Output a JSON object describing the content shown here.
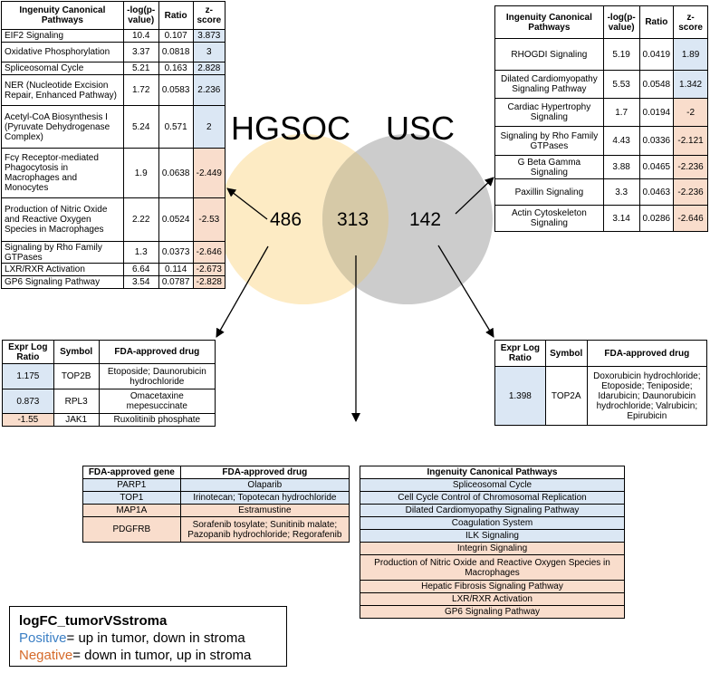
{
  "venn": {
    "left_label": "HGSOC",
    "right_label": "USC",
    "left_count": "486",
    "overlap_count": "313",
    "right_count": "142",
    "left_color": "#fdebc4",
    "right_color": "#cccccc",
    "overlap_color": "#d6c9a7"
  },
  "hgsoc_pathways": {
    "headers": [
      "Ingenuity Canonical Pathways",
      "-log(p-value)",
      "Ratio",
      "z-score"
    ],
    "rows": [
      {
        "pathway": "EIF2 Signaling",
        "logp": "10.4",
        "ratio": "0.107",
        "z": "3.873",
        "sign": "pos"
      },
      {
        "pathway": "Oxidative Phosphorylation",
        "logp": "3.37",
        "ratio": "0.0818",
        "z": "3",
        "sign": "pos"
      },
      {
        "pathway": "Spliceosomal Cycle",
        "logp": "5.21",
        "ratio": "0.163",
        "z": "2.828",
        "sign": "pos"
      },
      {
        "pathway": "NER (Nucleotide Excision Repair, Enhanced Pathway)",
        "logp": "1.72",
        "ratio": "0.0583",
        "z": "2.236",
        "sign": "pos"
      },
      {
        "pathway": "Acetyl-CoA Biosynthesis I (Pyruvate Dehydrogenase Complex)",
        "logp": "5.24",
        "ratio": "0.571",
        "z": "2",
        "sign": "pos"
      },
      {
        "pathway": "Fcγ Receptor-mediated Phagocytosis in Macrophages and Monocytes",
        "logp": "1.9",
        "ratio": "0.0638",
        "z": "-2.449",
        "sign": "neg"
      },
      {
        "pathway": "Production of Nitric Oxide and Reactive Oxygen Species in Macrophages",
        "logp": "2.22",
        "ratio": "0.0524",
        "z": "-2.53",
        "sign": "neg"
      },
      {
        "pathway": "Signaling by Rho Family GTPases",
        "logp": "1.3",
        "ratio": "0.0373",
        "z": "-2.646",
        "sign": "neg"
      },
      {
        "pathway": "LXR/RXR Activation",
        "logp": "6.64",
        "ratio": "0.114",
        "z": "-2.673",
        "sign": "neg"
      },
      {
        "pathway": "GP6 Signaling Pathway",
        "logp": "3.54",
        "ratio": "0.0787",
        "z": "-2.828",
        "sign": "neg"
      }
    ]
  },
  "usc_pathways": {
    "headers": [
      "Ingenuity Canonical Pathways",
      "-log(p-value)",
      "Ratio",
      "z-score"
    ],
    "rows": [
      {
        "pathway": "RHOGDI Signaling",
        "logp": "5.19",
        "ratio": "0.0419",
        "z": "1.89",
        "sign": "pos"
      },
      {
        "pathway": "Dilated Cardiomyopathy Signaling Pathway",
        "logp": "5.53",
        "ratio": "0.0548",
        "z": "1.342",
        "sign": "pos"
      },
      {
        "pathway": "Cardiac Hypertrophy Signaling",
        "logp": "1.7",
        "ratio": "0.0194",
        "z": "-2",
        "sign": "neg"
      },
      {
        "pathway": "Signaling by Rho Family GTPases",
        "logp": "4.43",
        "ratio": "0.0336",
        "z": "-2.121",
        "sign": "neg"
      },
      {
        "pathway": "G Beta Gamma Signaling",
        "logp": "3.88",
        "ratio": "0.0465",
        "z": "-2.236",
        "sign": "neg"
      },
      {
        "pathway": "Paxillin Signaling",
        "logp": "3.3",
        "ratio": "0.0463",
        "z": "-2.236",
        "sign": "neg"
      },
      {
        "pathway": "Actin Cytoskeleton Signaling",
        "logp": "3.14",
        "ratio": "0.0286",
        "z": "-2.646",
        "sign": "neg"
      }
    ]
  },
  "hgsoc_drugs": {
    "headers": [
      "Expr Log Ratio",
      "Symbol",
      "FDA-approved drug"
    ],
    "rows": [
      {
        "ratio": "1.175",
        "symbol": "TOP2B",
        "drug": "Etoposide; Daunorubicin hydrochloride",
        "sign": "pos"
      },
      {
        "ratio": "0.873",
        "symbol": "RPL3",
        "drug": "Omacetaxine mepesuccinate",
        "sign": "pos"
      },
      {
        "ratio": "-1.55",
        "symbol": "JAK1",
        "drug": "Ruxolitinib phosphate",
        "sign": "neg"
      }
    ]
  },
  "usc_drugs": {
    "headers": [
      "Expr Log Ratio",
      "Symbol",
      "FDA-approved drug"
    ],
    "rows": [
      {
        "ratio": "1.398",
        "symbol": "TOP2A",
        "drug": "Doxorubicin hydrochloride; Etoposide; Teniposide; Idarubicin; Daunorubicin hydrochloride; Valrubicin; Epirubicin",
        "sign": "pos"
      }
    ]
  },
  "shared_drugs": {
    "headers": [
      "FDA-approved gene",
      "FDA-approved drug"
    ],
    "rows": [
      {
        "gene": "PARP1",
        "drug": "Olaparib",
        "sign": "pos"
      },
      {
        "gene": "TOP1",
        "drug": "Irinotecan; Topotecan hydrochloride",
        "sign": "pos"
      },
      {
        "gene": "MAP1A",
        "drug": "Estramustine",
        "sign": "neg"
      },
      {
        "gene": "PDGFRB",
        "drug": "Sorafenib tosylate; Sunitinib malate; Pazopanib hydrochloride; Regorafenib",
        "sign": "neg"
      }
    ]
  },
  "shared_pathways": {
    "header": "Ingenuity Canonical Pathways",
    "rows": [
      {
        "pathway": "Spliceosomal Cycle",
        "sign": "pos"
      },
      {
        "pathway": "Cell Cycle Control of Chromosomal Replication",
        "sign": "pos"
      },
      {
        "pathway": "Dilated Cardiomyopathy Signaling Pathway",
        "sign": "pos"
      },
      {
        "pathway": "Coagulation System",
        "sign": "pos"
      },
      {
        "pathway": "ILK Signaling",
        "sign": "pos"
      },
      {
        "pathway": "Integrin Signaling",
        "sign": "neg"
      },
      {
        "pathway": "Production of Nitric Oxide and Reactive Oxygen Species in Macrophages",
        "sign": "neg"
      },
      {
        "pathway": "Hepatic Fibrosis Signaling Pathway",
        "sign": "neg"
      },
      {
        "pathway": "LXR/RXR Activation",
        "sign": "neg"
      },
      {
        "pathway": "GP6 Signaling Pathway",
        "sign": "neg"
      }
    ]
  },
  "legend": {
    "title": "logFC_tumorVSstroma",
    "positive_word": "Positive",
    "positive_text": "= up in tumor, down in stroma",
    "negative_word": "Negative",
    "negative_text": "= down in tumor, up in stroma",
    "positive_color": "#dbe7f4",
    "negative_color": "#f9ddcc"
  }
}
